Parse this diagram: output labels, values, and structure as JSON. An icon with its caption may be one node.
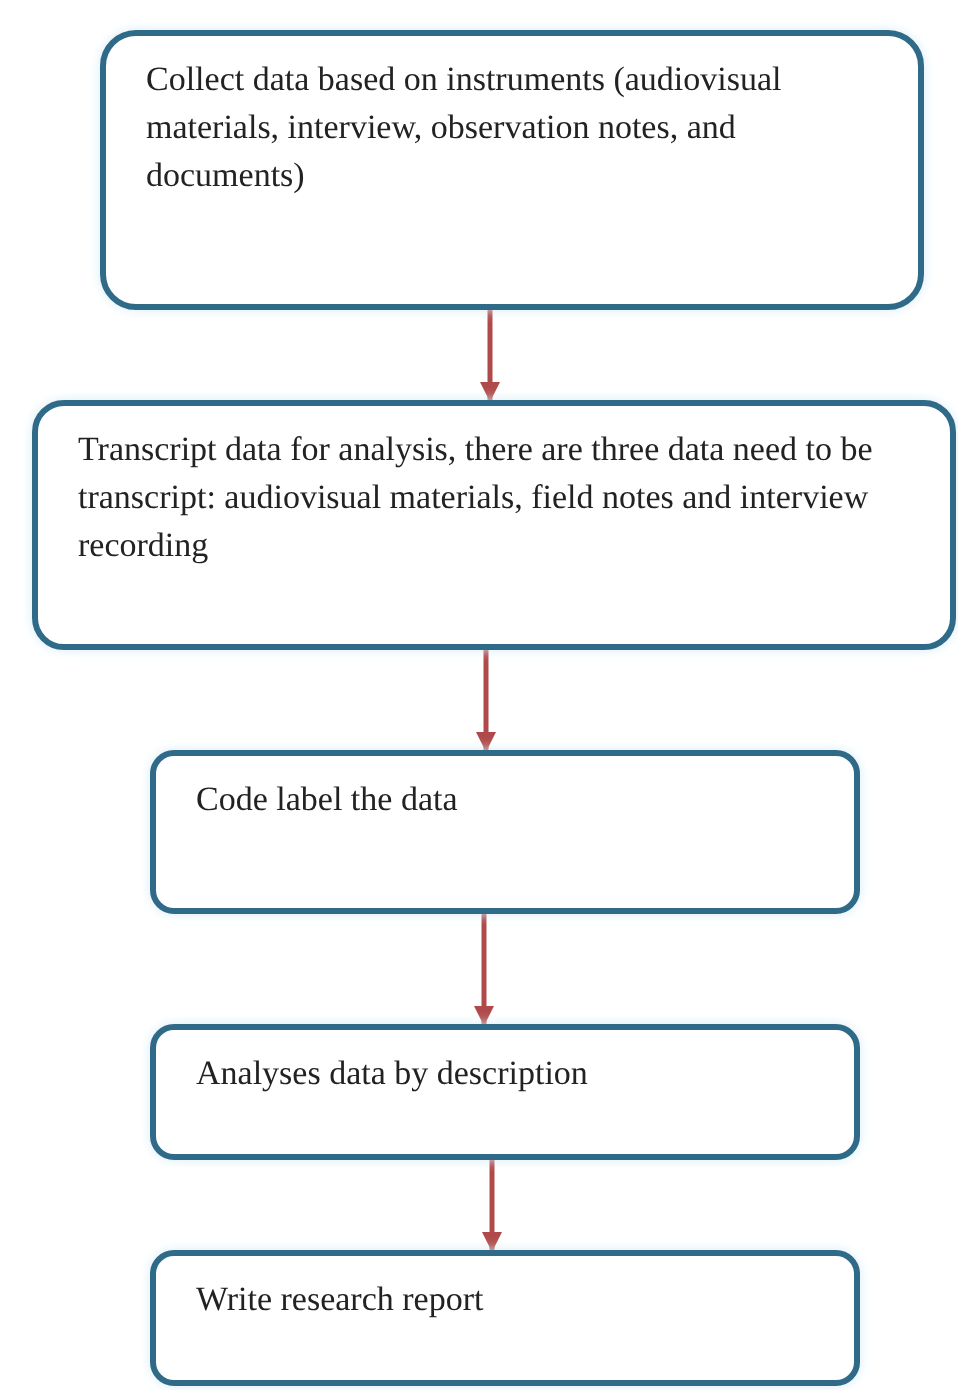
{
  "diagram": {
    "nodes": [
      {
        "text": [
          "Collect data based on instruments (audiovisual materials, interview, observation notes, and documents)"
        ]
      },
      {
        "text": [
          "Transcript data for analysis, there are three data need to be transcript: audiovisual materials, field notes and interview recording"
        ]
      },
      {
        "text": [
          "Code label the data"
        ]
      },
      {
        "text": [
          "Analyses data by description"
        ]
      },
      {
        "text": [
          "Write research report"
        ]
      }
    ],
    "edges": [
      {
        "from": 0,
        "to": 1,
        "arrow": "to"
      },
      {
        "from": 1,
        "to": 2,
        "arrow": "to"
      },
      {
        "from": 2,
        "to": 3,
        "arrow": "to"
      },
      {
        "from": 3,
        "to": 4,
        "arrow": "to"
      }
    ]
  }
}
